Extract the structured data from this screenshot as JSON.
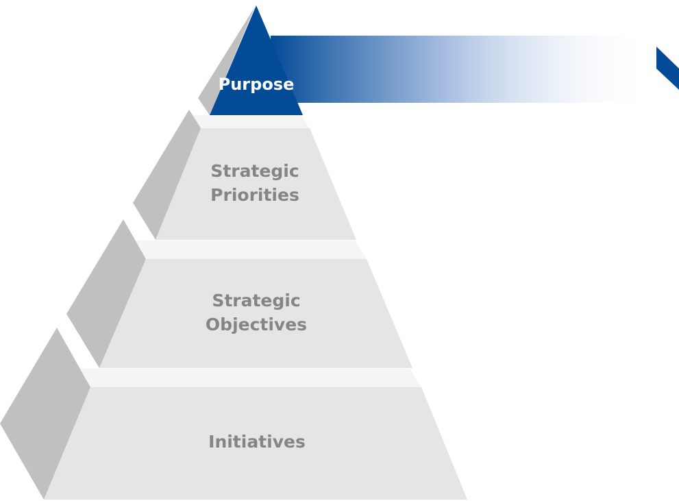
{
  "colors": {
    "tier_front": "#e5e5e5",
    "tier_side": "#c0c0c0",
    "tier_ledge": "#f5f5f5",
    "tier_text": "#858585",
    "accent": "#034b97",
    "accent_text": "#ffffff"
  },
  "tiers": [
    {
      "label_lines": [
        "Purpose"
      ],
      "highlighted": true
    },
    {
      "label_lines": [
        "Strategic",
        "Priorities"
      ],
      "highlighted": false
    },
    {
      "label_lines": [
        "Strategic",
        "Objectives"
      ],
      "highlighted": false
    },
    {
      "label_lines": [
        "Initiatives"
      ],
      "highlighted": false
    }
  ],
  "callout": {
    "gradient_from": "#034b97",
    "gradient_to": "#ffffff"
  }
}
